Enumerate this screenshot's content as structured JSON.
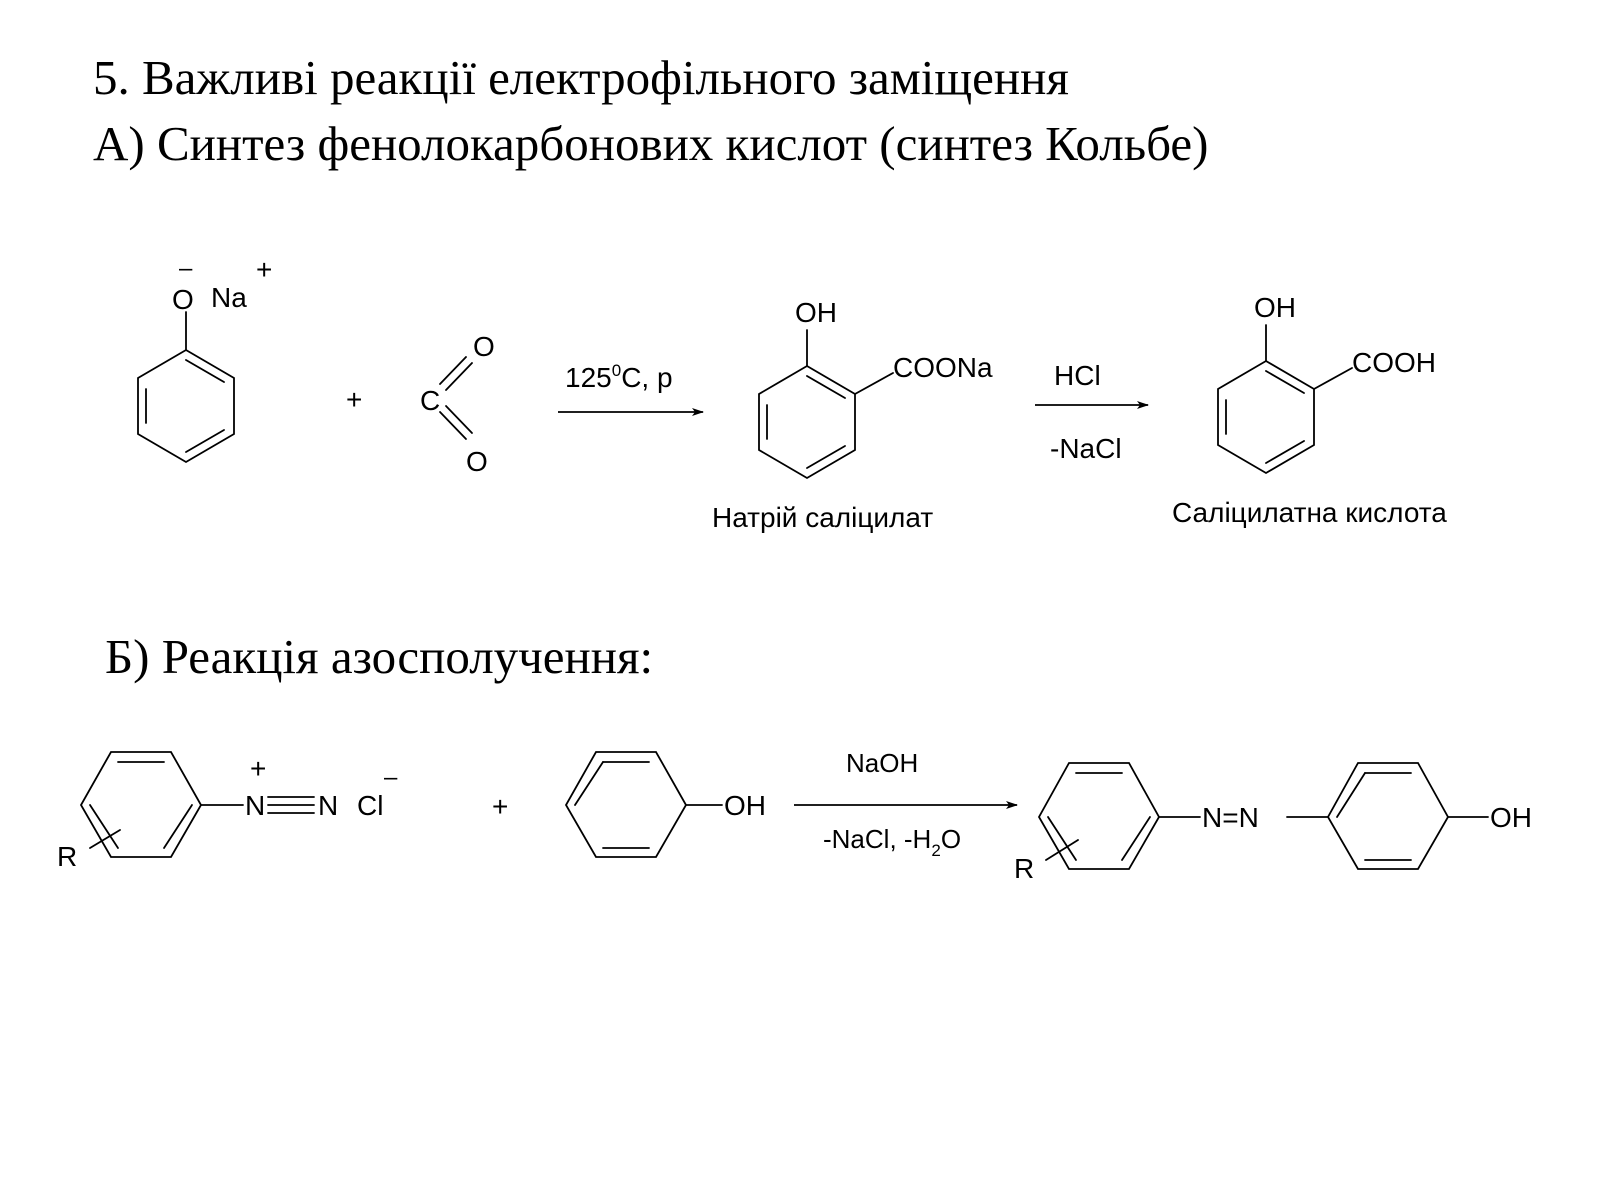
{
  "slide": {
    "title": "5. Важливі реакції електрофільного заміщення",
    "section_a_title": "А) Синтез фенолокарбонових кислот (синтез Кольбе)",
    "section_b_title": "Б) Реакція азосполучення:"
  },
  "kolbe": {
    "phenoxide": {
      "oxygen": "O",
      "minus": "–",
      "cation": "Na",
      "plus": "+"
    },
    "plus_sign": "+",
    "co2": {
      "carbon": "C",
      "oxygen_top": "O",
      "oxygen_bottom": "O"
    },
    "arrow1": {
      "temperature_base": "125",
      "temperature_sup": "0",
      "condition_rest": "C, p"
    },
    "sodium_salicylate": {
      "hydroxyl": "OH",
      "carboxylate": "COONa",
      "name": "Натрій саліцилат"
    },
    "arrow2": {
      "reagent": "HCl",
      "byproduct": "-NaCl"
    },
    "salicylic_acid": {
      "hydroxyl": "OH",
      "carboxyl": "COOH",
      "name": "Саліцилатна кислота"
    }
  },
  "azo": {
    "diazonium": {
      "substituent": "R",
      "nitrogen_1": "N",
      "nitrogen_2": "N",
      "plus": "+",
      "chloride": "Cl",
      "minus": "–"
    },
    "plus_sign": "+",
    "phenol": {
      "hydroxyl": "OH"
    },
    "arrow": {
      "reagent": "NaOH",
      "byproduct_prefix": "-NaCl, -H",
      "byproduct_sub": "2",
      "byproduct_suffix": "O"
    },
    "product": {
      "substituent": "R",
      "azo_group": "N=N",
      "hydroxyl": "OH"
    }
  }
}
